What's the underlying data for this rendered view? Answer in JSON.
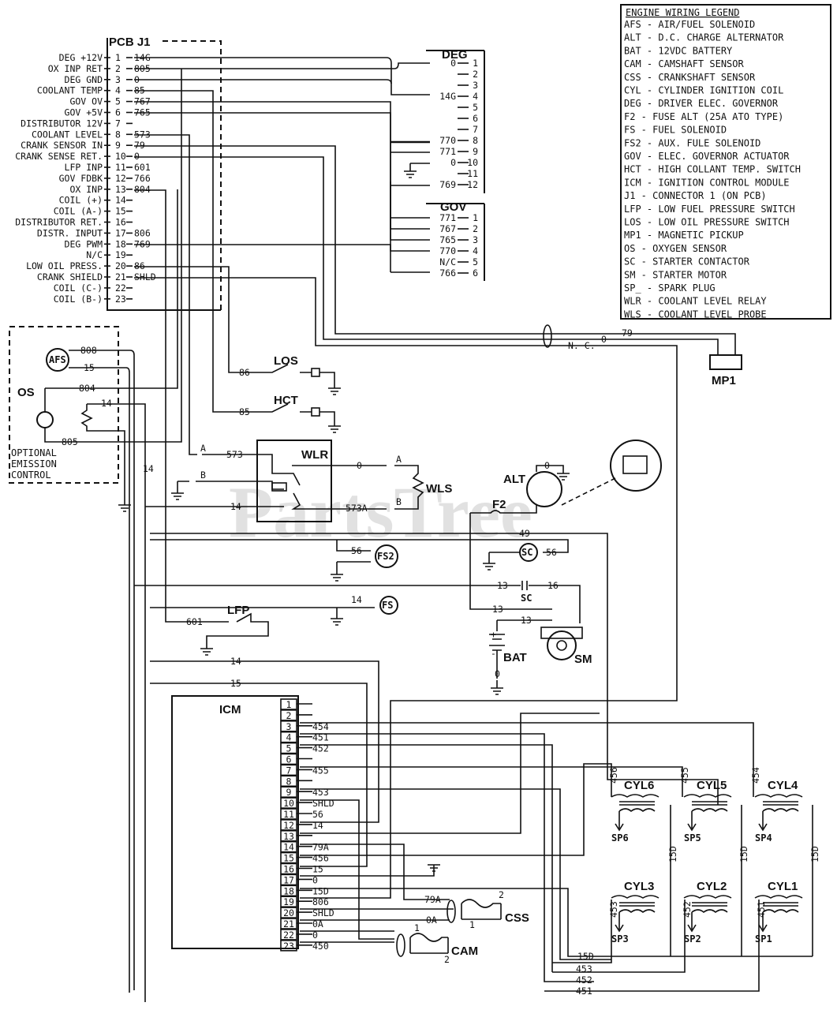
{
  "legend": {
    "title": "ENGINE WIRING LEGEND",
    "items": [
      "AFS - AIR/FUEL SOLENOID",
      "ALT - D.C. CHARGE ALTERNATOR",
      "BAT - 12VDC BATTERY",
      "CAM - CAMSHAFT SENSOR",
      "CSS - CRANKSHAFT SENSOR",
      "CYL - CYLINDER IGNITION COIL",
      "DEG - DRIVER ELEC. GOVERNOR",
      "F2  - FUSE ALT (25A ATO TYPE)",
      "FS  - FUEL SOLENOID",
      "FS2 - AUX. FULE SOLENOID",
      "GOV - ELEC. GOVERNOR ACTUATOR",
      "HCT - HIGH COLLANT TEMP. SWITCH",
      "ICM - IGNITION CONTROL MODULE",
      "J1  - CONNECTOR 1 (ON PCB)",
      "LFP - LOW FUEL PRESSURE SWITCH",
      "LOS - LOW OIL PRESSURE SWITCH",
      "MP1 - MAGNETIC PICKUP",
      "OS  - OXYGEN SENSOR",
      "SC  - STARTER CONTACTOR",
      "SM  - STARTER MOTOR",
      "SP_ - SPARK PLUG",
      "WLR - COOLANT LEVEL RELAY",
      "WLS - COOLANT LEVEL PROBE"
    ]
  },
  "pcb": {
    "title": "PCB J1",
    "pins": [
      {
        "label": "DEG +12V",
        "pin": "1",
        "wire": "14G"
      },
      {
        "label": "OX INP RET",
        "pin": "2",
        "wire": "805"
      },
      {
        "label": "DEG GND",
        "pin": "3",
        "wire": "0"
      },
      {
        "label": "COOLANT TEMP",
        "pin": "4",
        "wire": "85"
      },
      {
        "label": "GOV OV",
        "pin": "5",
        "wire": "767"
      },
      {
        "label": "GOV +5V",
        "pin": "6",
        "wire": "765"
      },
      {
        "label": "DISTRIBUTOR 12V",
        "pin": "7",
        "wire": ""
      },
      {
        "label": "COOLANT LEVEL",
        "pin": "8",
        "wire": "573"
      },
      {
        "label": "CRANK SENSOR IN",
        "pin": "9",
        "wire": "79"
      },
      {
        "label": "CRANK SENSE RET.",
        "pin": "10",
        "wire": "0"
      },
      {
        "label": "LFP INP",
        "pin": "11",
        "wire": "601"
      },
      {
        "label": "GOV FDBK",
        "pin": "12",
        "wire": "766"
      },
      {
        "label": "OX INP",
        "pin": "13",
        "wire": "804"
      },
      {
        "label": "COIL (+)",
        "pin": "14",
        "wire": ""
      },
      {
        "label": "COIL (A-)",
        "pin": "15",
        "wire": ""
      },
      {
        "label": "DISTRIBUTOR RET.",
        "pin": "16",
        "wire": ""
      },
      {
        "label": "DISTR. INPUT",
        "pin": "17",
        "wire": "806"
      },
      {
        "label": "DEG PWM",
        "pin": "18",
        "wire": "769"
      },
      {
        "label": "N/C",
        "pin": "19",
        "wire": ""
      },
      {
        "label": "LOW OIL PRESS.",
        "pin": "20",
        "wire": "86"
      },
      {
        "label": "CRANK SHIELD",
        "pin": "21",
        "wire": "SHLD"
      },
      {
        "label": "COIL (C-)",
        "pin": "22",
        "wire": ""
      },
      {
        "label": "COIL (B-)",
        "pin": "23",
        "wire": ""
      }
    ]
  },
  "deg": {
    "title": "DEG",
    "rows": [
      {
        "wire": "0",
        "pin": "1"
      },
      {
        "wire": "",
        "pin": "2"
      },
      {
        "wire": "",
        "pin": "3"
      },
      {
        "wire": "14G",
        "pin": "4"
      },
      {
        "wire": "",
        "pin": "5"
      },
      {
        "wire": "",
        "pin": "6"
      },
      {
        "wire": "",
        "pin": "7"
      },
      {
        "wire": "770",
        "pin": "8"
      },
      {
        "wire": "771",
        "pin": "9"
      },
      {
        "wire": "0",
        "pin": "10"
      },
      {
        "wire": "",
        "pin": "11"
      },
      {
        "wire": "769",
        "pin": "12"
      }
    ]
  },
  "gov": {
    "title": "GOV",
    "rows": [
      {
        "wire": "771",
        "pin": "1"
      },
      {
        "wire": "767",
        "pin": "2"
      },
      {
        "wire": "765",
        "pin": "3"
      },
      {
        "wire": "770",
        "pin": "4"
      },
      {
        "wire": "N/C",
        "pin": "5"
      },
      {
        "wire": "766",
        "pin": "6"
      }
    ]
  },
  "icm": {
    "title": "ICM",
    "pins": [
      {
        "pin": "1",
        "wire": ""
      },
      {
        "pin": "2",
        "wire": ""
      },
      {
        "pin": "3",
        "wire": "454"
      },
      {
        "pin": "4",
        "wire": "451"
      },
      {
        "pin": "5",
        "wire": "452"
      },
      {
        "pin": "6",
        "wire": ""
      },
      {
        "pin": "7",
        "wire": "455"
      },
      {
        "pin": "8",
        "wire": ""
      },
      {
        "pin": "9",
        "wire": "453"
      },
      {
        "pin": "10",
        "wire": "SHLD"
      },
      {
        "pin": "11",
        "wire": "56"
      },
      {
        "pin": "12",
        "wire": "14"
      },
      {
        "pin": "13",
        "wire": ""
      },
      {
        "pin": "14",
        "wire": "79A"
      },
      {
        "pin": "15",
        "wire": "456"
      },
      {
        "pin": "16",
        "wire": "15"
      },
      {
        "pin": "17",
        "wire": "0"
      },
      {
        "pin": "18",
        "wire": "15D"
      },
      {
        "pin": "19",
        "wire": "806"
      },
      {
        "pin": "20",
        "wire": "SHLD"
      },
      {
        "pin": "21",
        "wire": "0A"
      },
      {
        "pin": "22",
        "wire": "0"
      },
      {
        "pin": "23",
        "wire": "450"
      }
    ]
  },
  "components": {
    "afs": "AFS",
    "os": "OS",
    "optional": [
      "OPTIONAL",
      "EMISSION",
      "CONTROL"
    ],
    "los": "LOS",
    "hct": "HCT",
    "wlr": "WLR",
    "wls": "WLS",
    "alt": "ALT",
    "f2": "F2",
    "mp1": "MP1",
    "fs2": "FS2",
    "sc": "SC",
    "fs": "FS",
    "lfp": "LFP",
    "bat": "BAT",
    "sm": "SM",
    "css": "CSS",
    "cam": "CAM",
    "cyl": [
      "CYL6",
      "CYL5",
      "CYL4",
      "CYL3",
      "CYL2",
      "CYL1"
    ],
    "sp": [
      "SP6",
      "SP5",
      "SP4",
      "SP3",
      "SP2",
      "SP1"
    ]
  },
  "wires": {
    "w808": "808",
    "w15": "15",
    "w804": "804",
    "w14a": "14",
    "w805": "805",
    "w14b": "14",
    "w86": "86",
    "w85": "85",
    "w573": "573",
    "w0a": "0",
    "w14c": "14",
    "w573A": "573A",
    "w79": "79",
    "wNC": "N. C.",
    "w0b": "0",
    "w49": "49",
    "w56a": "56",
    "w56b": "56",
    "w13a": "13",
    "w16": "16",
    "w13b": "13",
    "w13c": "13",
    "w14d": "14",
    "w601": "601",
    "w0c": "0",
    "w14e": "14",
    "w15b": "15",
    "w0d": "0",
    "w79A": "79A",
    "w0A": "0A",
    "w456": "456",
    "w455": "455",
    "w454": "454",
    "w453": "453",
    "w452": "452",
    "w451": "451",
    "w15D": "15D",
    "w15Db": "15D",
    "w15Dc": "15D",
    "w15Dd": "15D",
    "w453b": "453",
    "w452b": "452",
    "w451b": "451",
    "w15Dbus": "15D",
    "w453bus": "453",
    "w452bus": "452",
    "w451bus": "451",
    "relayA": "A",
    "relayB": "B",
    "wlsA": "A",
    "wlsB": "B",
    "css1": "1",
    "css2": "2",
    "cam1": "1",
    "cam2": "2",
    "batPlus": "+",
    "batMinus": "-"
  },
  "watermark": "PartsTree"
}
